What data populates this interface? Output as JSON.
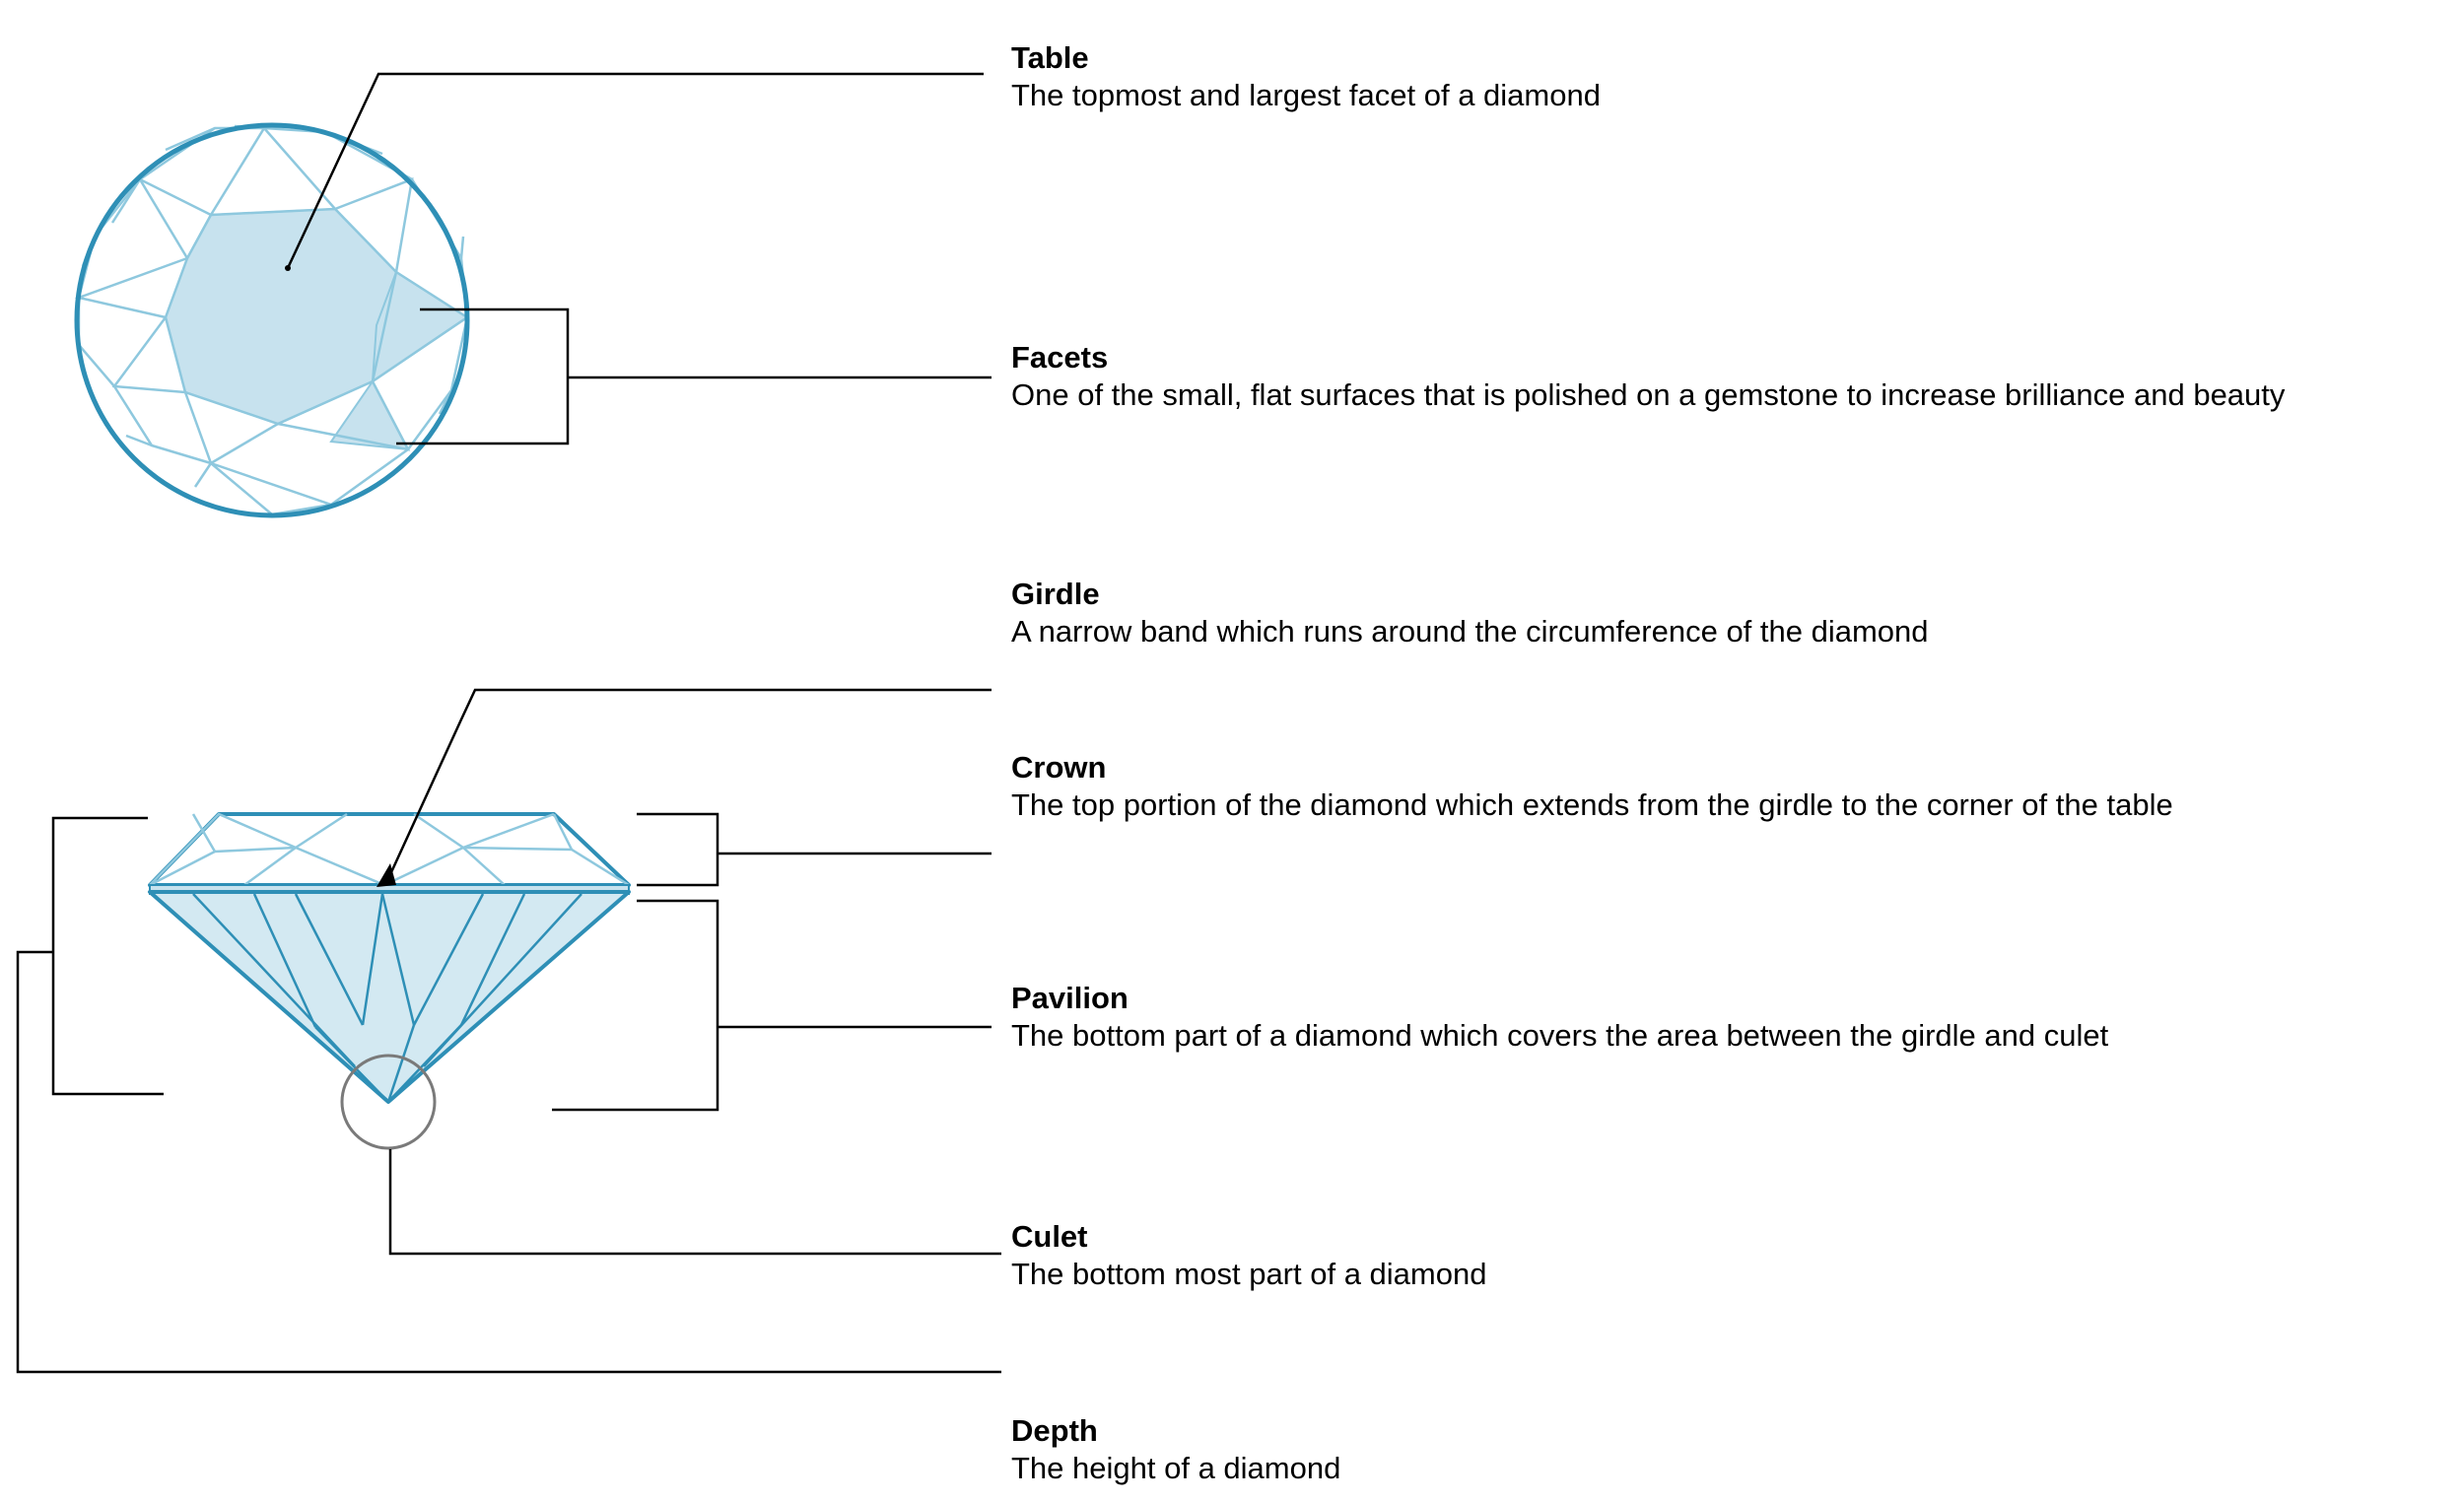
{
  "colors": {
    "stone_outline": "#2E8FB6",
    "facet_line": "#8EC8DE",
    "facet_fill": "#C7E2EE",
    "pavilion_fill": "#D3E9F2",
    "leader_line": "#000000",
    "culet_ring": "#7A7A7A",
    "text": "#000000"
  },
  "terms": [
    {
      "id": "table",
      "term": "Table",
      "definition": "The topmost and largest facet of a diamond"
    },
    {
      "id": "facets",
      "term": "Facets",
      "definition": "One of the small, flat surfaces that is polished on a gemstone to increase brilliance and beauty"
    },
    {
      "id": "girdle",
      "term": "Girdle",
      "definition": "A narrow band which runs around the circumference of the diamond"
    },
    {
      "id": "crown",
      "term": "Crown",
      "definition": "The top portion of the diamond which extends from the girdle to the corner of the table"
    },
    {
      "id": "pavilion",
      "term": "Pavilion",
      "definition": "The bottom part of a diamond which covers the area between the girdle and culet"
    },
    {
      "id": "culet",
      "term": "Culet",
      "definition": "The bottom most part of a diamond"
    },
    {
      "id": "depth",
      "term": "Depth",
      "definition": "The height of a diamond"
    }
  ]
}
